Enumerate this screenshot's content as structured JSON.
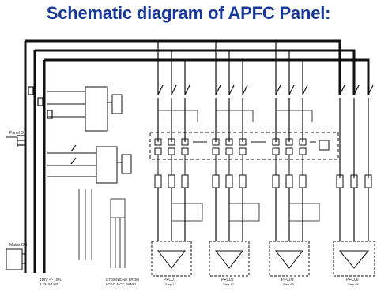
{
  "title": "Schematic diagram of APFC Panel:",
  "labels": {
    "panel_on": "Panel ON",
    "mains_on": "Mains ON",
    "supply": [
      "415V +/- 10%",
      "3 PH 50 HZ"
    ],
    "ct_sensing": [
      "CT SENSING FROM",
      "LOAD MCC PANEL"
    ],
    "cap_ids": [
      "PFC01",
      "PFC02",
      "PFC03",
      "PFC06"
    ],
    "cap_steps": [
      "Step 17",
      "Step 42",
      "Step 63",
      "Step 86"
    ]
  },
  "colors": {
    "title": "#17389a",
    "line": "#111111"
  }
}
